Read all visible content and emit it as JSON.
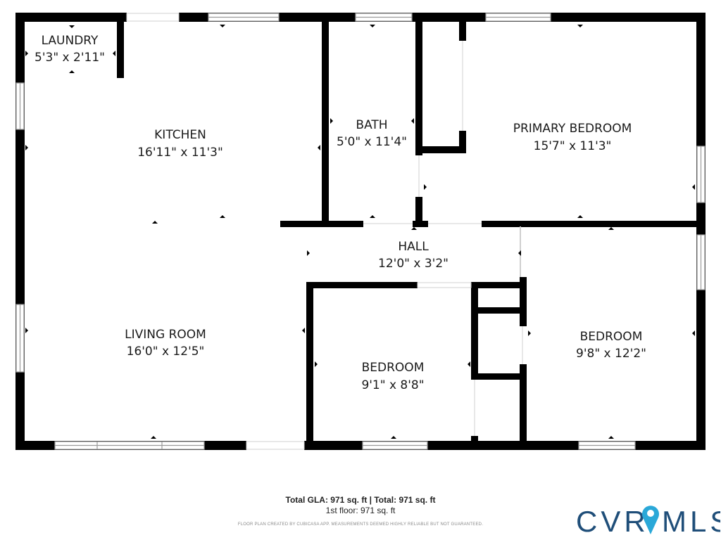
{
  "rooms": {
    "laundry": {
      "name": "LAUNDRY",
      "dims": "5'3\" x 2'11\""
    },
    "kitchen": {
      "name": "KITCHEN",
      "dims": "16'11\" x 11'3\""
    },
    "bath": {
      "name": "BATH",
      "dims": "5'0\" x 11'4\""
    },
    "primary_bedroom": {
      "name": "PRIMARY BEDROOM",
      "dims": "15'7\" x 11'3\""
    },
    "hall": {
      "name": "HALL",
      "dims": "12'0\" x 3'2\""
    },
    "living_room": {
      "name": "LIVING ROOM",
      "dims": "16'0\" x 12'5\""
    },
    "bedroom_center": {
      "name": "BEDROOM",
      "dims": "9'1\" x 8'8\""
    },
    "bedroom_right": {
      "name": "BEDROOM",
      "dims": "9'8\" x 12'2\""
    }
  },
  "footer": {
    "totals": "Total GLA: 971 sq. ft | Total: 971 sq. ft",
    "floor": "1st floor: 971 sq. ft",
    "note": "FLOOR PLAN CREATED BY CUBICASA APP. MEASUREMENTS DEEMED HIGHLY RELIABLE BUT NOT GUARANTEED."
  },
  "brand": {
    "text_left": "CVR",
    "text_right": "MLS",
    "color": "#1f4e79",
    "pin_color": "#2aa8d8"
  },
  "colors": {
    "wall": "#000000",
    "window": "#9a9a9a"
  }
}
